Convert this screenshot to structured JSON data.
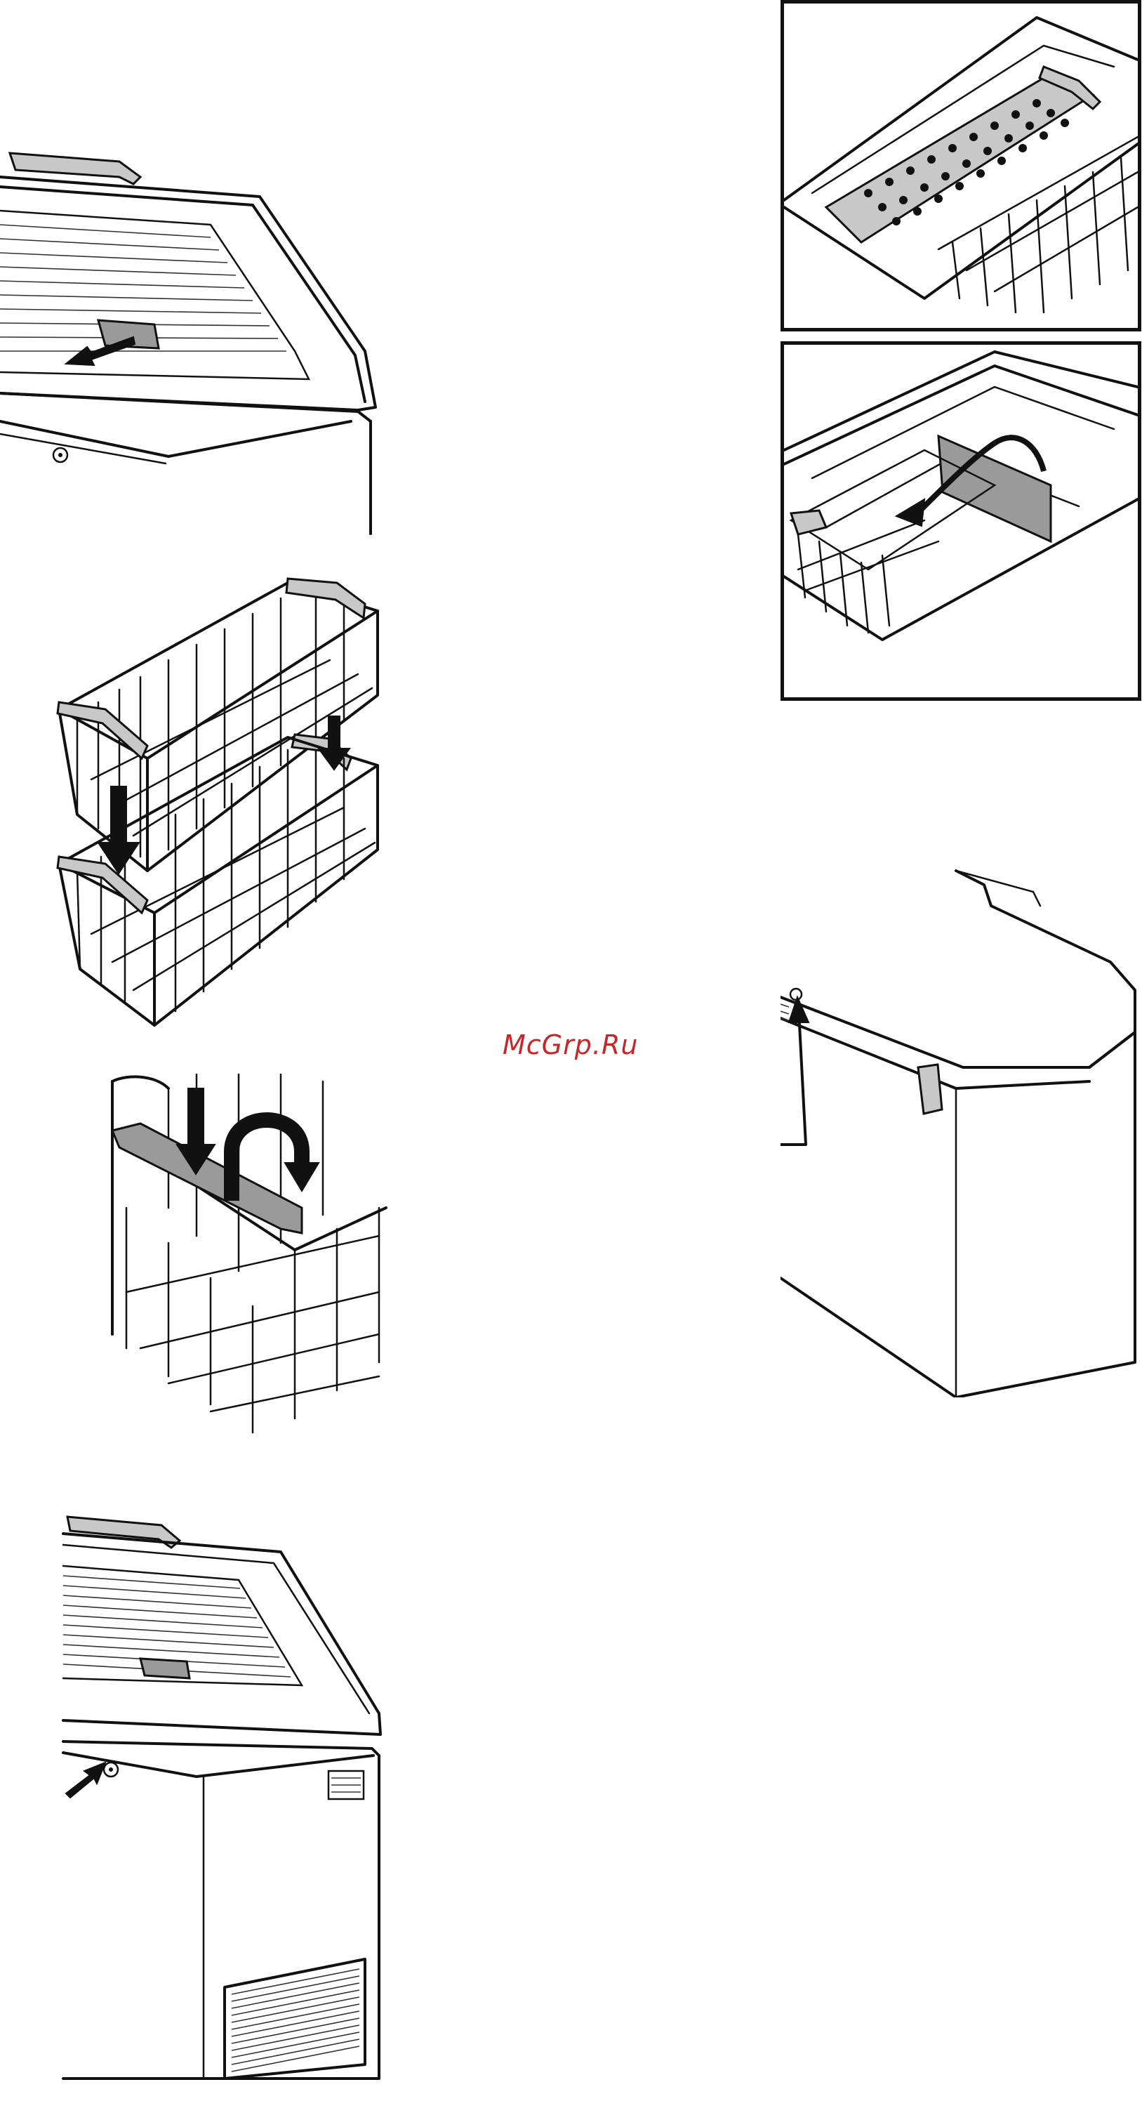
{
  "watermark": {
    "text": "McGrp.Ru",
    "color": "#c62828"
  },
  "illustrations": [
    {
      "name": "freezer-lid-open-drain-plug",
      "icon": "freezer-lid-arrow"
    },
    {
      "name": "stacking-baskets",
      "icon": "basket-stack-arrows"
    },
    {
      "name": "basket-handle-rotate",
      "icon": "rotate-arrow"
    },
    {
      "name": "freezer-front-open",
      "icon": "freezer-arrow"
    },
    {
      "name": "cold-accumulator-in-basket",
      "icon": "accumulator"
    },
    {
      "name": "divider-placement",
      "icon": "divider-arrow"
    },
    {
      "name": "freezer-closed-indicator",
      "icon": "freezer-closed-arrow"
    }
  ]
}
